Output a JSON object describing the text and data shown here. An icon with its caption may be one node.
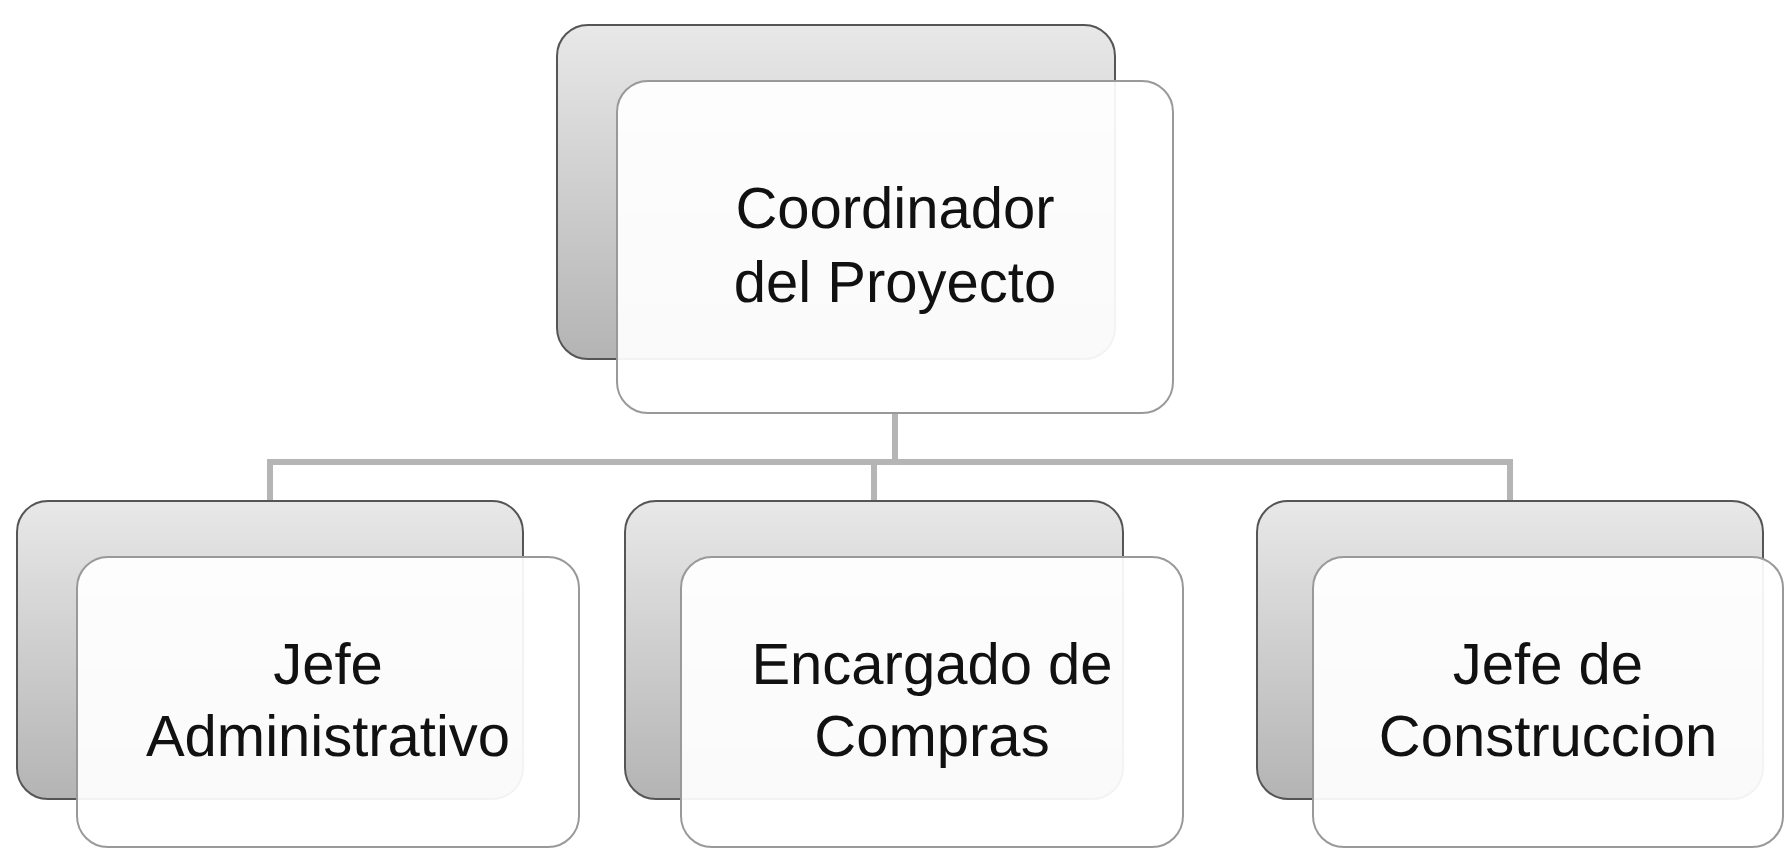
{
  "diagram": {
    "nodes": [
      {
        "text": [
          "Coordinador del Proyecto"
        ]
      },
      {
        "text": [
          "Jefe Administrativo"
        ]
      },
      {
        "text": [
          "Encargado de Compras"
        ]
      },
      {
        "text": [
          "Jefe de Construccion"
        ]
      }
    ],
    "edges": [
      {
        "from": 0,
        "to": 1,
        "arrow": "none"
      },
      {
        "from": 0,
        "to": 2,
        "arrow": "none"
      },
      {
        "from": 0,
        "to": 3,
        "arrow": "none"
      }
    ]
  }
}
